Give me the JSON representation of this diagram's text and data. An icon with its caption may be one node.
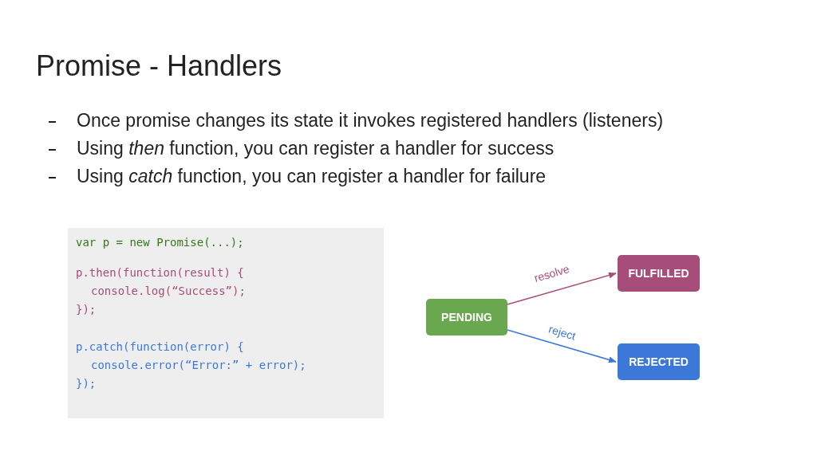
{
  "diagram": {
    "title": "Promise - Handlers",
    "nodes": [
      {
        "text": [
          "var p = new Promise(...);",
          "p.then(function(result) {",
          "console.log(“Success”);",
          "});",
          "p.catch(function(error) {",
          "console.error(“Error:” + error);",
          "});"
        ]
      },
      {
        "text": [
          "PENDING"
        ]
      },
      {
        "text": [
          "FULFILLED"
        ]
      },
      {
        "text": [
          "REJECTED"
        ]
      }
    ],
    "edges": [
      {
        "from": 1,
        "to": 2,
        "arrow": "to",
        "label": "resolve",
        "color": "#a64d79"
      },
      {
        "from": 1,
        "to": 3,
        "arrow": "to",
        "label": "reject",
        "color": "#3c78d8"
      }
    ],
    "labels": [
      "Once promise changes its state it invokes registered handlers (listeners)",
      "Using *then* function, you can register a handler for success",
      "Using *catch* function, you can register a handler for failure"
    ]
  }
}
